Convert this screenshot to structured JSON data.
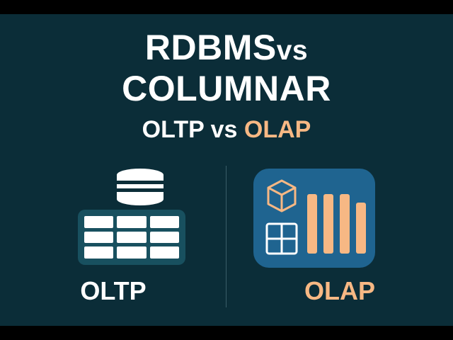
{
  "slide": {
    "background_color": "#0b2d38",
    "letterbox_color": "#000000",
    "accent_color": "#f7b884",
    "title": {
      "line1_main": "RDBMS",
      "line1_vs": "vs",
      "line2": "COLUMNAR",
      "subtitle_left": "OLTP",
      "subtitle_vs": "vs",
      "subtitle_right": "OLAP"
    },
    "panels": [
      {
        "label": "OLTP",
        "icon_names": [
          "database-cylinder-icon",
          "table-grid-icon"
        ],
        "icon_color": "#ffffff",
        "card_color": "#18505f"
      },
      {
        "label": "OLAP",
        "icon_names": [
          "cube-icon",
          "grid-icon",
          "bar-chart-icon"
        ],
        "icon_color": "#f7b884",
        "card_color": "#1f6490"
      }
    ]
  }
}
